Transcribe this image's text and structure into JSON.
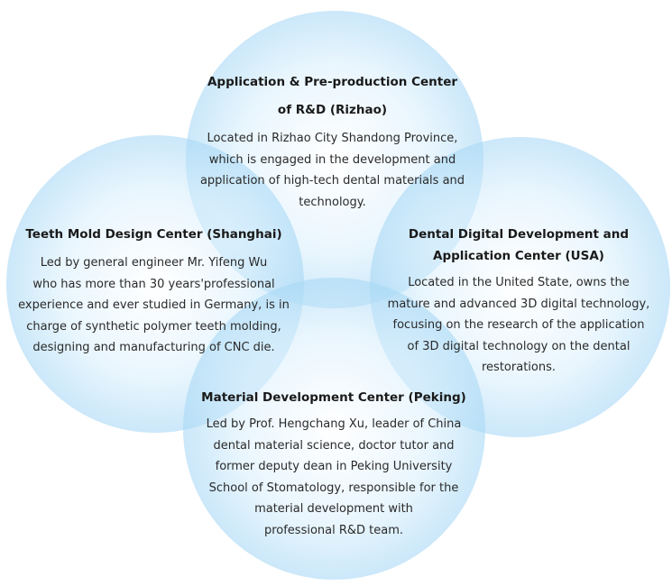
{
  "centers": {
    "top": {
      "title": "Application & Pre-production Center\nof R&D (Rizhao)",
      "body": "Located in Rizhao City Shandong Province,\nwhich is engaged in the development and\napplication of high-tech dental materials and\ntechnology."
    },
    "left": {
      "title": "Teeth Mold Design Center (Shanghai)",
      "body": "Led by general engineer Mr. Yifeng Wu\nwho has more than 30 years'professional\nexperience and ever studied in Germany, is in\ncharge of synthetic polymer teeth molding,\ndesigning and manufacturing of CNC die."
    },
    "right": {
      "title": "Dental Digital Development and\nApplication Center (USA)",
      "body": "Located in the United State, owns the\nmature and advanced 3D digital technology,\nfocusing on the research of the application\nof 3D digital technology on the dental\nrestorations."
    },
    "bottom": {
      "title": "Material Development Center (Peking)",
      "body": "Led by Prof. Hengchang Xu, leader of China\ndental material science, doctor tutor and\nformer deputy dean in Peking University\nSchool of Stomatology, responsible for the\nmaterial development with\nprofessional R&D team."
    }
  },
  "colors": {
    "circle_edge": "#78c3f0",
    "circle_center": "#ffffff",
    "text": "#1e1e1e"
  }
}
